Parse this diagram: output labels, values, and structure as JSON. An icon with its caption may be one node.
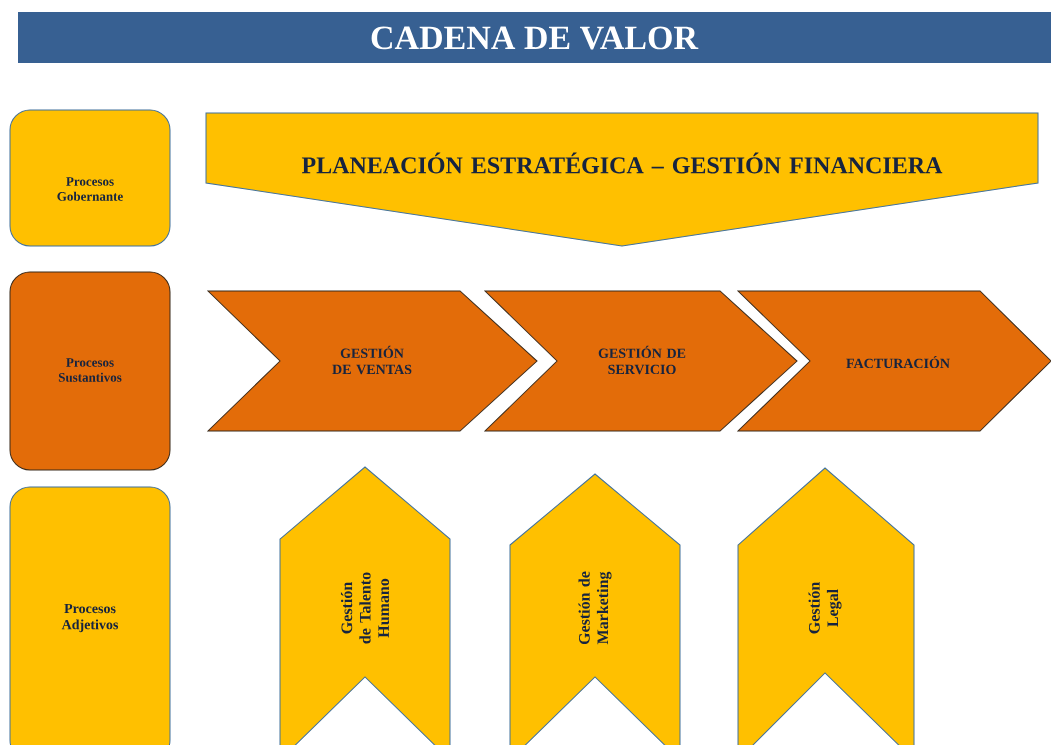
{
  "diagram": {
    "title": "CADENA DE VALOR",
    "nodes": [
      {
        "text": [
          "Procesos Gobernante"
        ]
      },
      {
        "text": [
          "Procesos Sustantivos"
        ]
      },
      {
        "text": [
          "Procesos Adjetivos"
        ]
      },
      {
        "text": [
          "PLANEACIÓN ESTRATÉGICA – GESTIÓN FINANCIERA"
        ]
      },
      {
        "text": [
          "GESTIÓN DE VENTAS"
        ]
      },
      {
        "text": [
          "GESTIÓN DE SERVICIO"
        ]
      },
      {
        "text": [
          "FACTURACIÓN"
        ]
      },
      {
        "text": [
          "Gestión de Talento Humano"
        ]
      },
      {
        "text": [
          "Gestión de Marketing"
        ]
      },
      {
        "text": [
          "Gestión Legal"
        ]
      }
    ]
  }
}
